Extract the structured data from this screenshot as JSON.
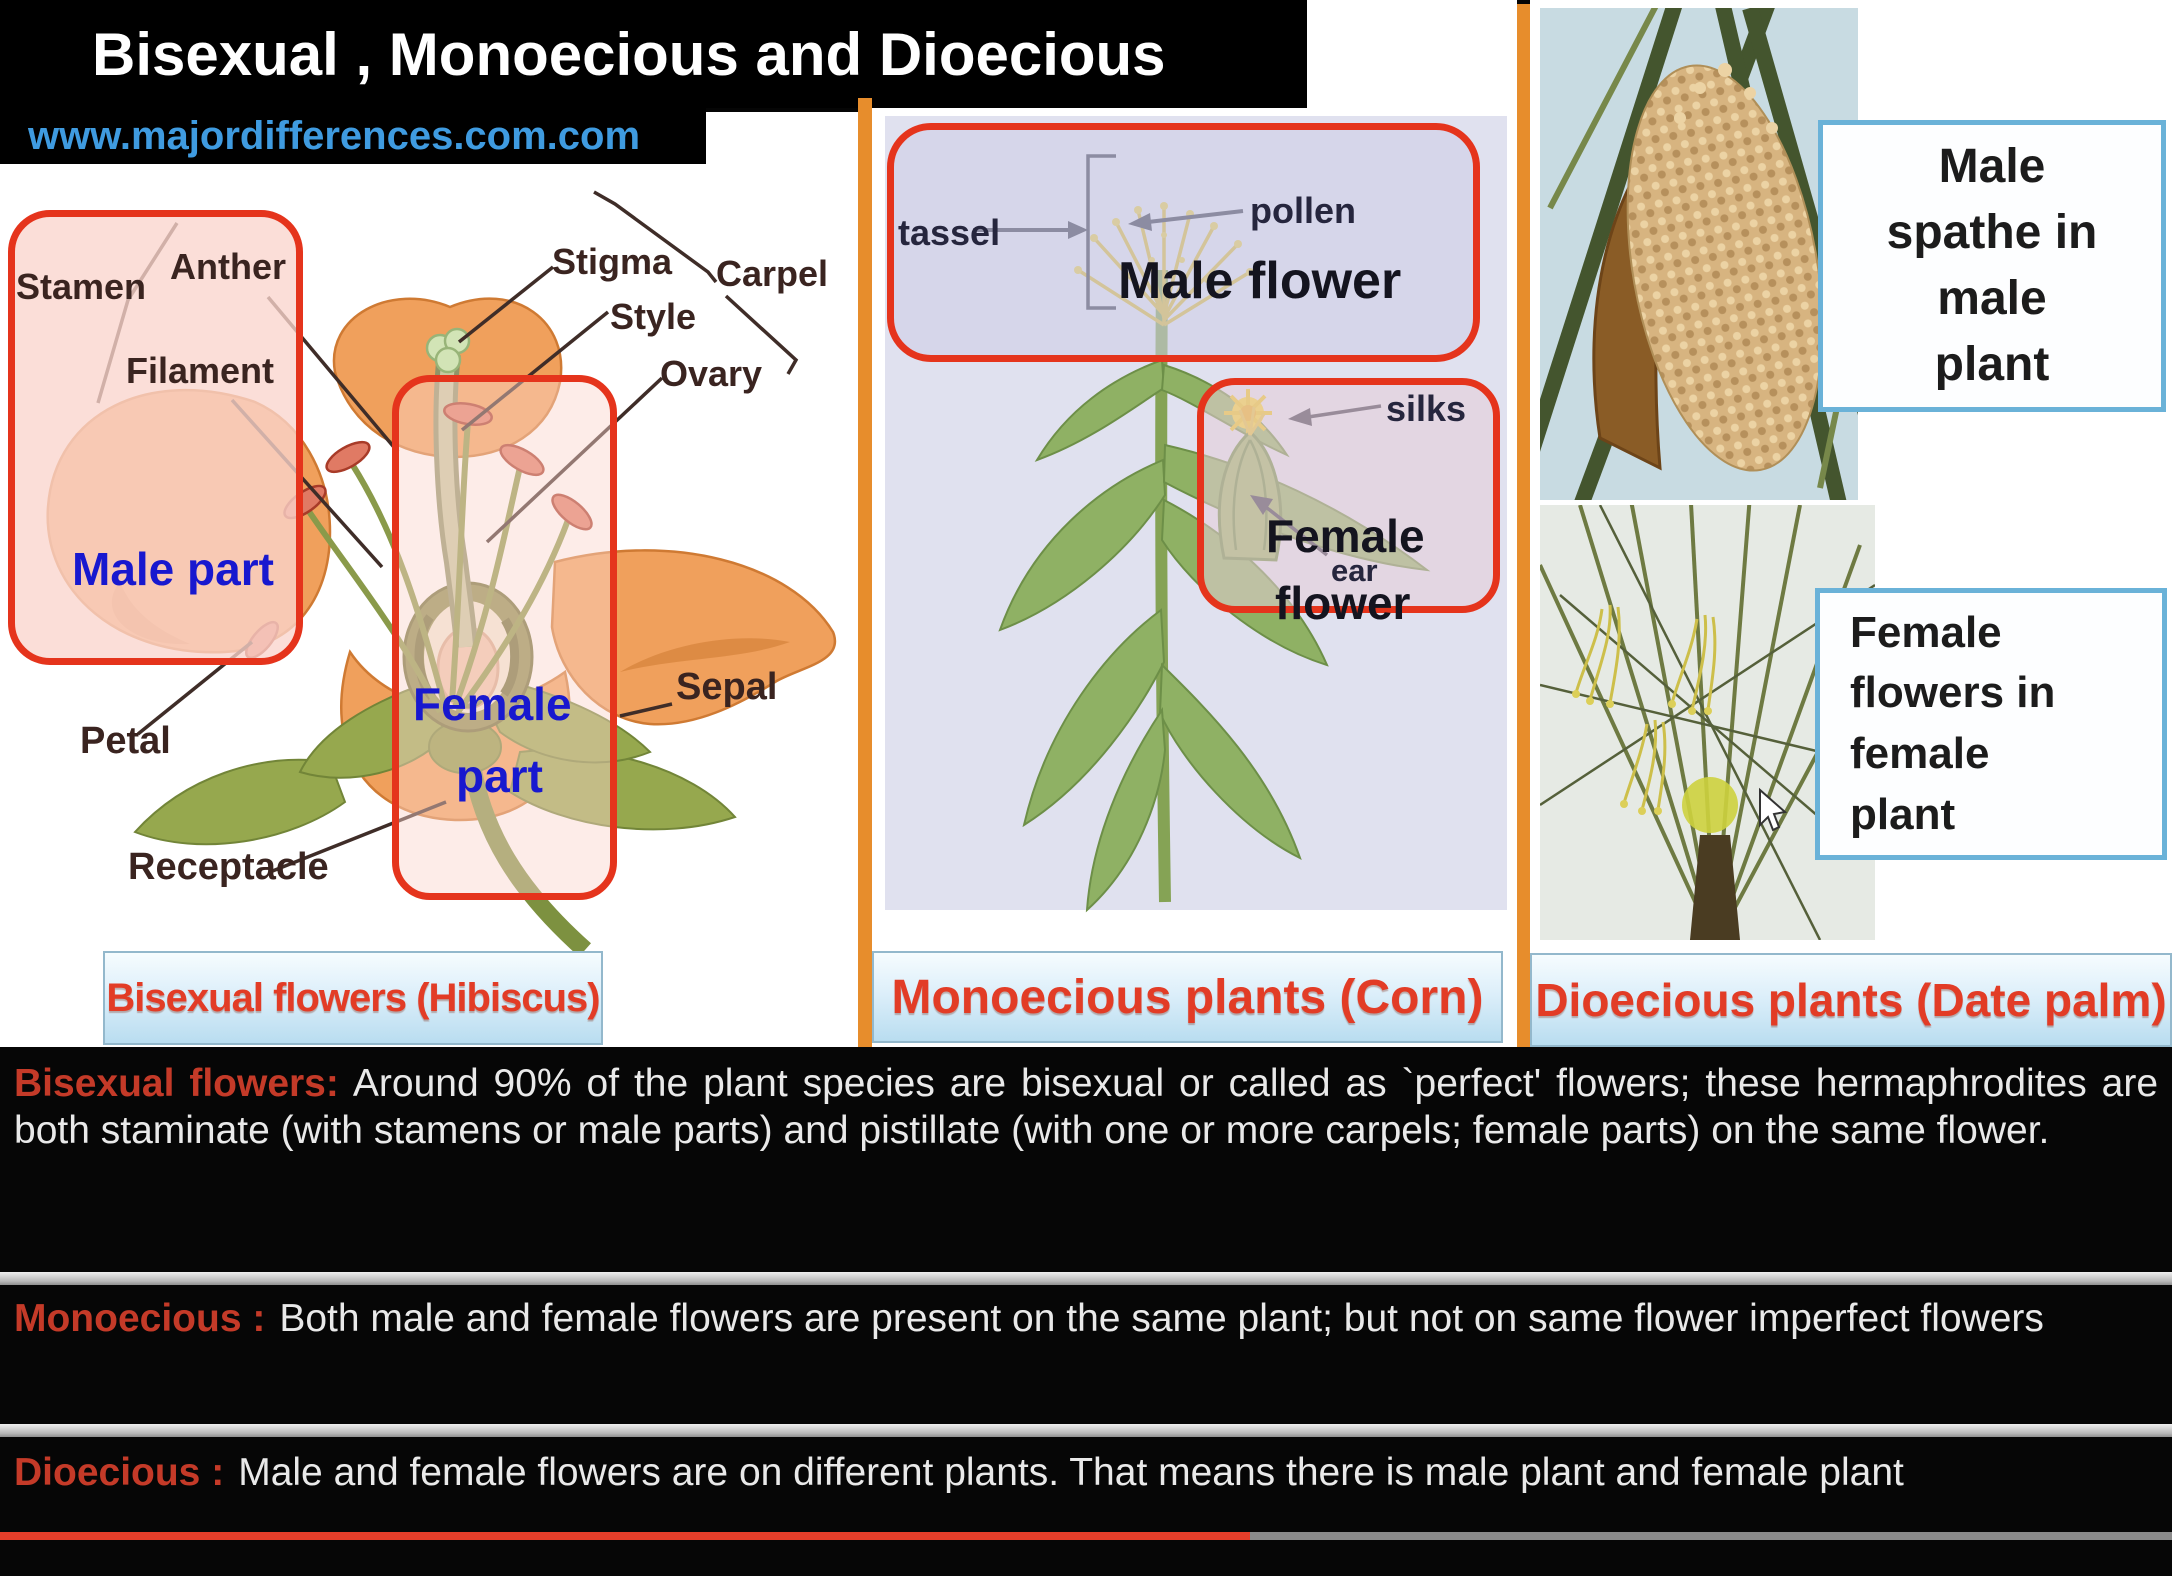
{
  "header": {
    "title": "Bisexual , Monoecious and Dioecious",
    "website": "www.majordifferences.com.com"
  },
  "hibiscus": {
    "caption": "Bisexual flowers (Hibiscus)",
    "male_part": "Male part",
    "female_part_line1": "Female",
    "female_part_line2": "part",
    "labels": {
      "stamen": "Stamen",
      "anther": "Anther",
      "filament": "Filament",
      "stigma": "Stigma",
      "carpel": "Carpel",
      "style": "Style",
      "ovary": "Ovary",
      "petal": "Petal",
      "sepal": "Sepal",
      "receptacle": "Receptacle"
    }
  },
  "corn": {
    "caption": "Monoecious plants (Corn)",
    "male_flower": "Male flower",
    "female_flower_line1": "Female",
    "female_flower_line2": "flower",
    "labels": {
      "tassel": "tassel",
      "pollen": "pollen",
      "silks": "silks",
      "ear": "ear"
    }
  },
  "date_palm": {
    "caption": "Dioecious plants (Date palm)",
    "male_box_lines": [
      "Male",
      "spathe in",
      "male",
      "plant"
    ],
    "female_box_lines": [
      "Female",
      "flowers in",
      "female",
      "plant"
    ]
  },
  "definitions": [
    {
      "term": "Bisexual flowers:",
      "text": "Around 90% of the plant species are bisexual or called as `perfect' flowers; these hermaphrodites are both staminate (with stamens or male parts) and pistillate (with one or more carpels; female parts) on the same flower."
    },
    {
      "term": "Monoecious :",
      "text": "Both male and female flowers are present on the same plant; but not on same flower imperfect flowers"
    },
    {
      "term": "Dioecious :",
      "text": "Male and female flowers are on different plants. That means there is male plant and female plant"
    }
  ],
  "colors": {
    "accent_red_border": "#e5341c",
    "heading_red": "#c43a28",
    "caption_red": "#e23c26",
    "link_blue": "#3f9be0",
    "part_label_blue": "#1818cf",
    "divider_orange": "#e78d2c",
    "label_box_border": "#6ab2d8"
  }
}
